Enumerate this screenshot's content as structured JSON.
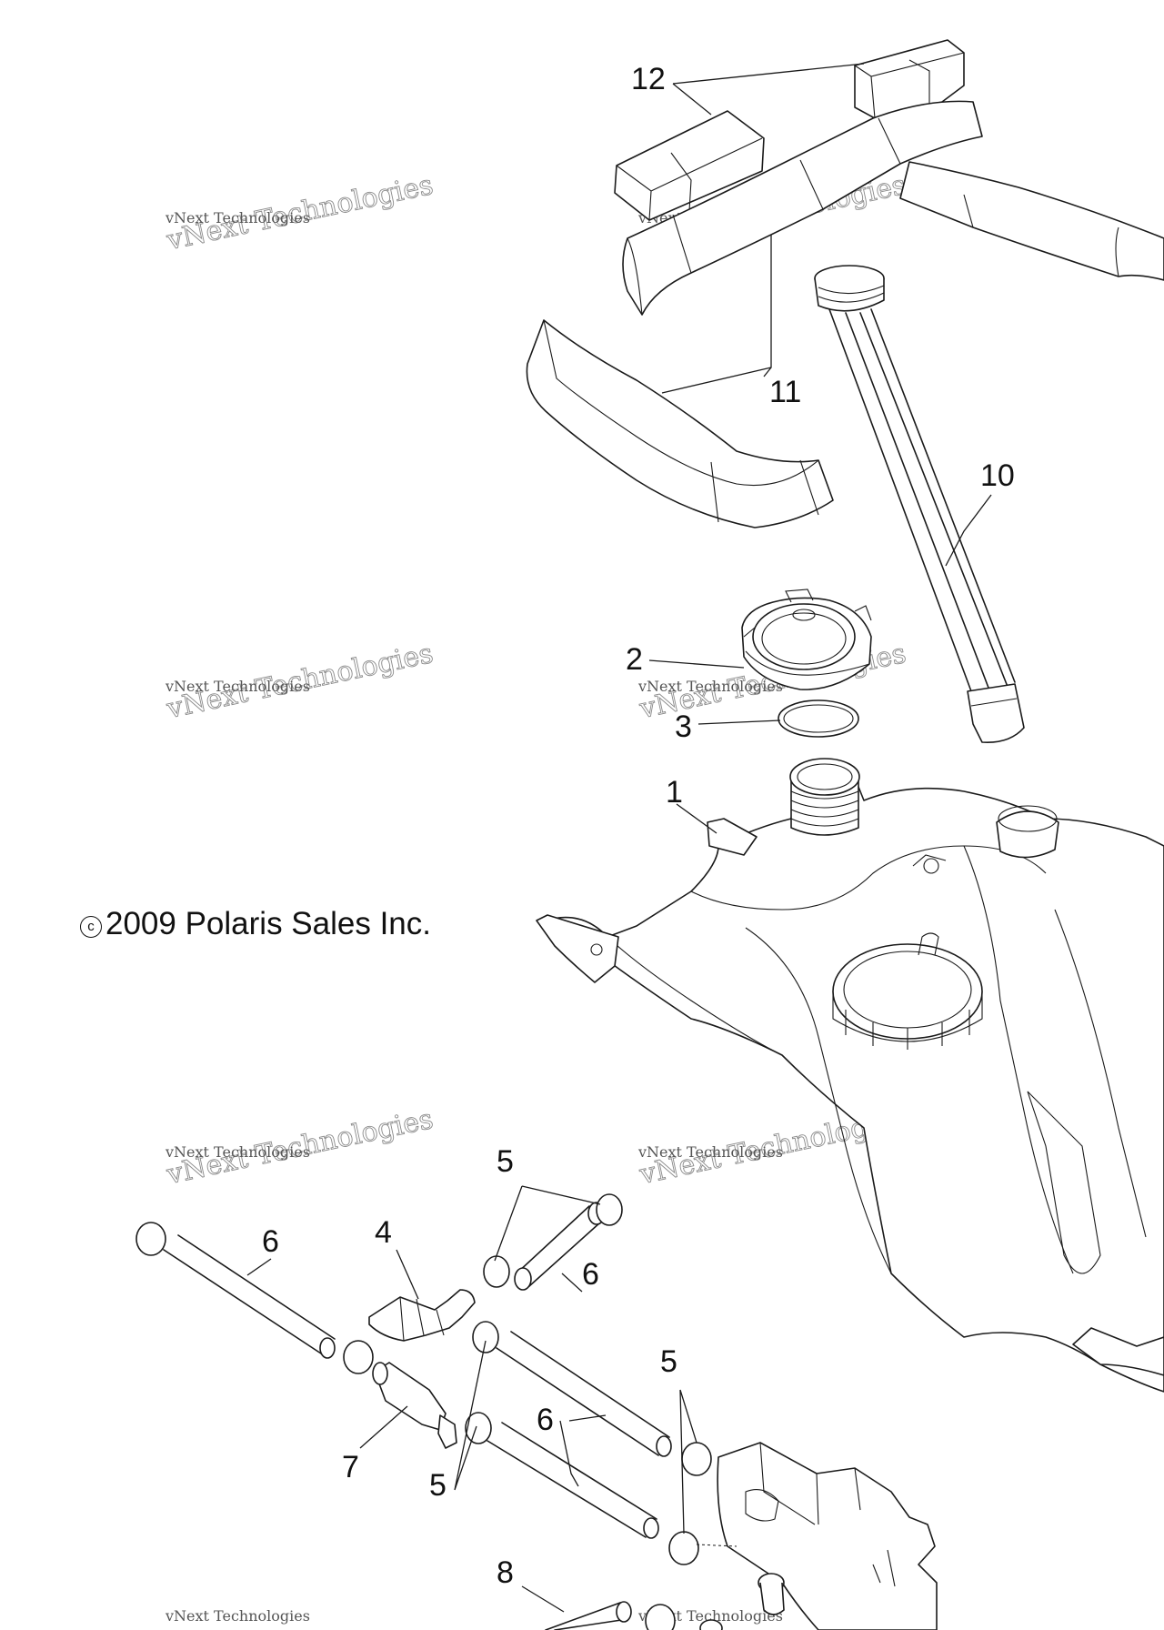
{
  "copyright": {
    "symbol": "c",
    "text": "2009 Polaris Sales Inc."
  },
  "watermark": {
    "line1": "vNext Technologies",
    "line2": "vNext Technologies"
  },
  "callouts": {
    "c1": "1",
    "c2": "2",
    "c3": "3",
    "c4": "4",
    "c5a": "5",
    "c5b": "5",
    "c5c": "5",
    "c6a": "6",
    "c6b": "6",
    "c6c": "6",
    "c7": "7",
    "c8": "8",
    "c10": "10",
    "c11": "11",
    "c12": "12"
  }
}
